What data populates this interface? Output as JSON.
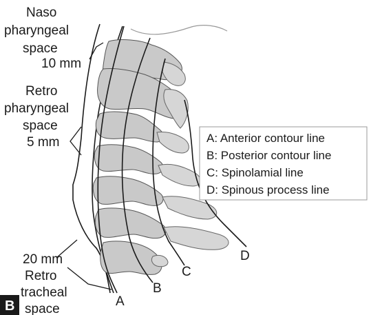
{
  "labels": {
    "naso": [
      "Naso",
      "pharyngeal",
      "space"
    ],
    "naso_measure": "10 mm",
    "retro_pharyngeal": [
      "Retro",
      "pharyngeal",
      "space"
    ],
    "retro_pharyngeal_measure": "5 mm",
    "retro_tracheal_measure": "20 mm",
    "retro_tracheal": [
      "Retro",
      "tracheal",
      "space"
    ]
  },
  "line_letters": {
    "a": "A",
    "b": "B",
    "c": "C",
    "d": "D"
  },
  "legend": [
    "A: Anterior contour line",
    "B: Posterior contour line",
    "C: Spinolamial line",
    "D: Spinous process line"
  ],
  "panel_letter": "B",
  "colors": {
    "bone_fill": "#c9c9c9",
    "line": "#1a1a1a",
    "panel_bg": "#1a1a1a"
  }
}
